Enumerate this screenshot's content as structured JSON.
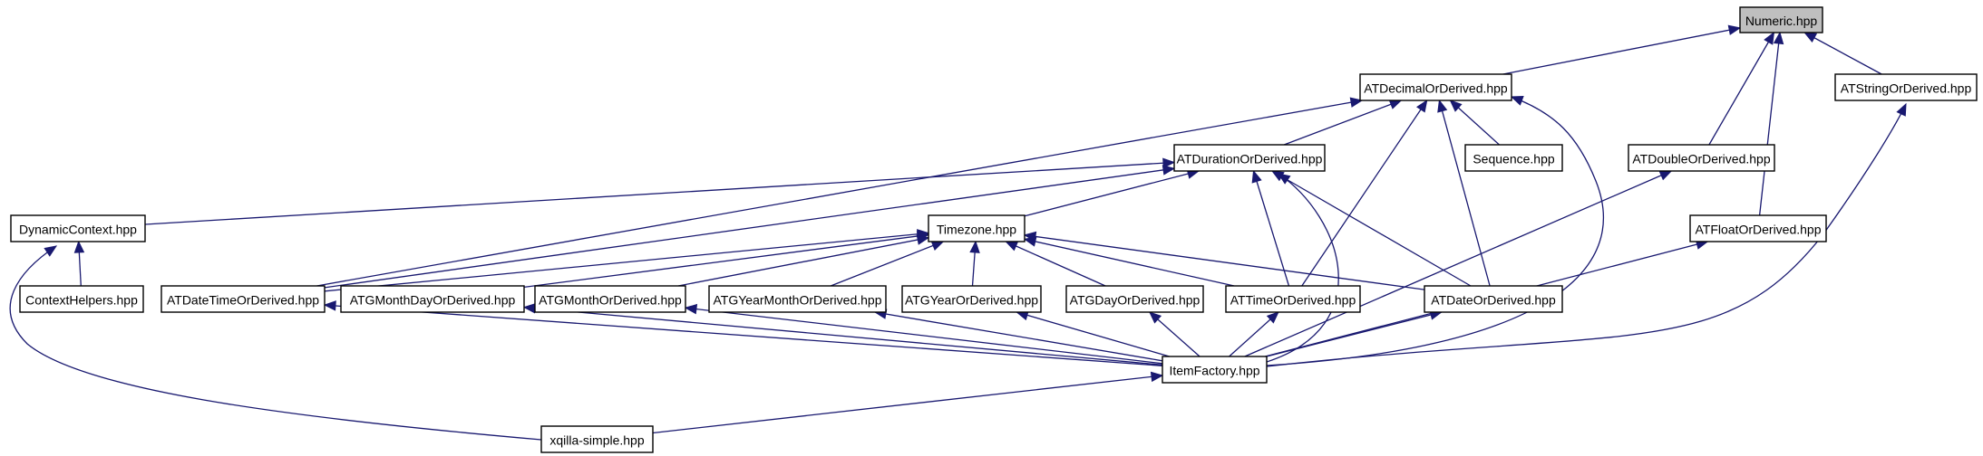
{
  "diagram": {
    "nodes": [
      {
        "id": "numeric",
        "label": "Numeric.hpp",
        "root": true
      },
      {
        "id": "atdecimal",
        "label": "ATDecimalOrDerived.hpp"
      },
      {
        "id": "atstring",
        "label": "ATStringOrDerived.hpp"
      },
      {
        "id": "atduration",
        "label": "ATDurationOrDerived.hpp"
      },
      {
        "id": "sequence",
        "label": "Sequence.hpp"
      },
      {
        "id": "atdouble",
        "label": "ATDoubleOrDerived.hpp"
      },
      {
        "id": "dyncontext",
        "label": "DynamicContext.hpp"
      },
      {
        "id": "timezone",
        "label": "Timezone.hpp"
      },
      {
        "id": "atfloat",
        "label": "ATFloatOrDerived.hpp"
      },
      {
        "id": "contexthelpers",
        "label": "ContextHelpers.hpp"
      },
      {
        "id": "atdatetime",
        "label": "ATDateTimeOrDerived.hpp"
      },
      {
        "id": "atgmonthday",
        "label": "ATGMonthDayOrDerived.hpp"
      },
      {
        "id": "atgmonth",
        "label": "ATGMonthOrDerived.hpp"
      },
      {
        "id": "atgyearmonth",
        "label": "ATGYearMonthOrDerived.hpp"
      },
      {
        "id": "atgyear",
        "label": "ATGYearOrDerived.hpp"
      },
      {
        "id": "atgday",
        "label": "ATGDayOrDerived.hpp"
      },
      {
        "id": "attime",
        "label": "ATTimeOrDerived.hpp"
      },
      {
        "id": "atdate",
        "label": "ATDateOrDerived.hpp"
      },
      {
        "id": "itemfactory",
        "label": "ItemFactory.hpp"
      },
      {
        "id": "xqilla",
        "label": "xqilla-simple.hpp"
      }
    ],
    "edges": [
      {
        "from": "atdecimal",
        "to": "numeric"
      },
      {
        "from": "atdouble",
        "to": "numeric"
      },
      {
        "from": "atfloat",
        "to": "numeric"
      },
      {
        "from": "atstring",
        "to": "numeric"
      },
      {
        "from": "atduration",
        "to": "atdecimal"
      },
      {
        "from": "sequence",
        "to": "atdecimal"
      },
      {
        "from": "atdatetime",
        "to": "atdecimal"
      },
      {
        "from": "attime",
        "to": "atdecimal"
      },
      {
        "from": "atdate",
        "to": "atdecimal"
      },
      {
        "from": "itemfactory",
        "to": "atdecimal"
      },
      {
        "from": "dyncontext",
        "to": "atduration"
      },
      {
        "from": "timezone",
        "to": "atduration"
      },
      {
        "from": "atdatetime",
        "to": "atduration"
      },
      {
        "from": "attime",
        "to": "atduration"
      },
      {
        "from": "atdate",
        "to": "atduration"
      },
      {
        "from": "itemfactory",
        "to": "atduration"
      },
      {
        "from": "contexthelpers",
        "to": "dyncontext"
      },
      {
        "from": "xqilla",
        "to": "dyncontext"
      },
      {
        "from": "atdatetime",
        "to": "timezone"
      },
      {
        "from": "atgmonthday",
        "to": "timezone"
      },
      {
        "from": "atgmonth",
        "to": "timezone"
      },
      {
        "from": "atgyearmonth",
        "to": "timezone"
      },
      {
        "from": "atgyear",
        "to": "timezone"
      },
      {
        "from": "atgday",
        "to": "timezone"
      },
      {
        "from": "attime",
        "to": "timezone"
      },
      {
        "from": "atdate",
        "to": "timezone"
      },
      {
        "from": "itemfactory",
        "to": "atdatetime"
      },
      {
        "from": "itemfactory",
        "to": "atgmonthday"
      },
      {
        "from": "itemfactory",
        "to": "atgmonth"
      },
      {
        "from": "itemfactory",
        "to": "atgyearmonth"
      },
      {
        "from": "itemfactory",
        "to": "atgyear"
      },
      {
        "from": "itemfactory",
        "to": "atgday"
      },
      {
        "from": "itemfactory",
        "to": "attime"
      },
      {
        "from": "itemfactory",
        "to": "atdate"
      },
      {
        "from": "itemfactory",
        "to": "atdouble"
      },
      {
        "from": "itemfactory",
        "to": "atfloat"
      },
      {
        "from": "itemfactory",
        "to": "atstring"
      },
      {
        "from": "xqilla",
        "to": "itemfactory"
      }
    ]
  }
}
